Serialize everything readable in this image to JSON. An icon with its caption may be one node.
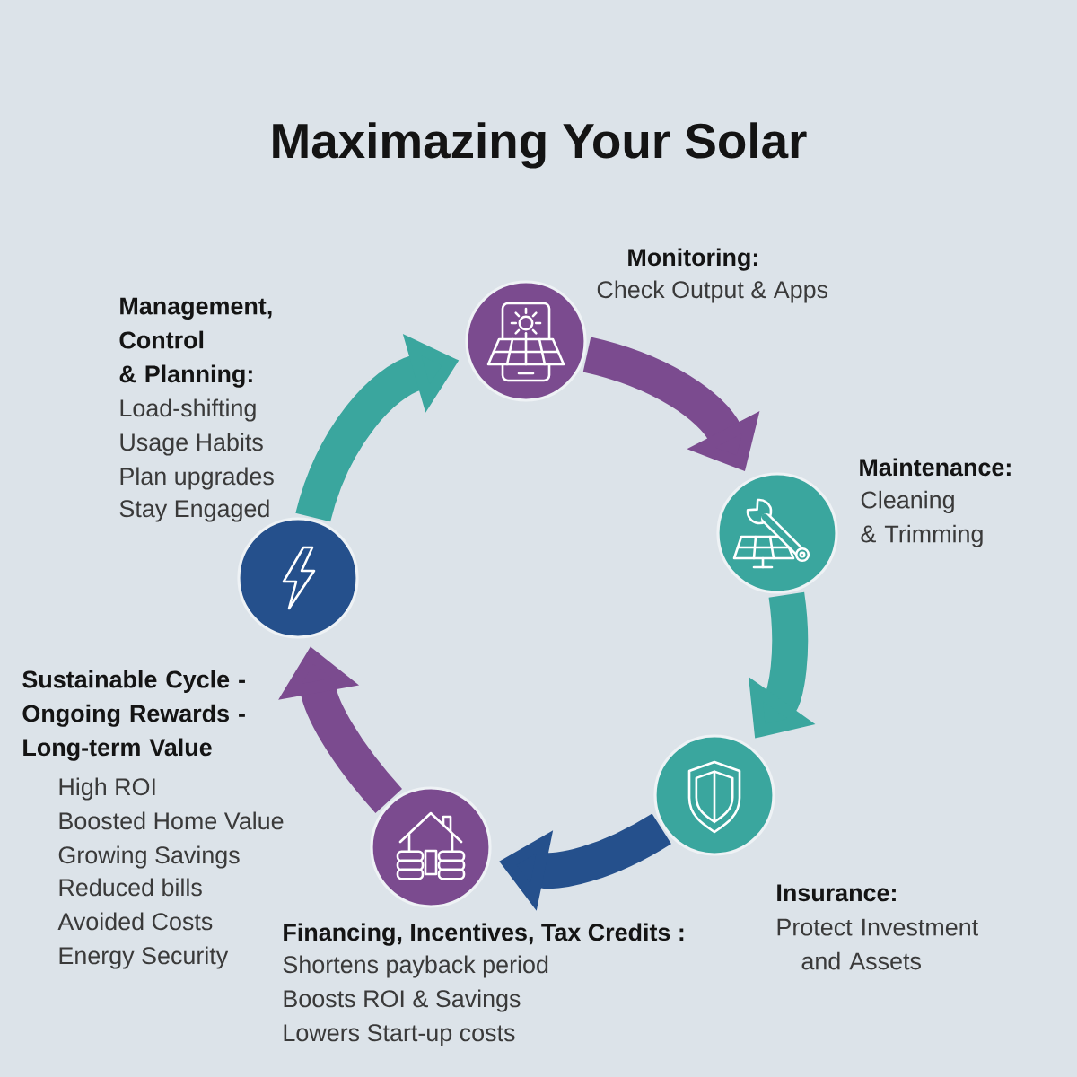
{
  "diagram": {
    "title": "Maximazing Your Solar",
    "nodes": [
      {
        "text": [],
        "shape": "circle",
        "beside": [
          "Monitoring:",
          "Check Output & Apps"
        ]
      },
      {
        "text": [],
        "shape": "circle",
        "beside": [
          "Maintenance:",
          "Cleaning & Trimming"
        ]
      },
      {
        "text": [],
        "shape": "circle",
        "beside": [
          "Insurance:",
          "Protect Investment and Assets"
        ]
      },
      {
        "text": [],
        "shape": "circle",
        "beside": [
          "Financing, Incentives, Tax Credits :",
          "Shortens payback period",
          "Boosts ROI & Savings",
          "Lowers Start-up costs"
        ]
      },
      {
        "text": [],
        "shape": "circle",
        "beside": [
          "Management, Control & Planning:",
          "Load-shifting",
          "Usage Habits",
          "Plan upgrades",
          "Stay Engaged"
        ]
      }
    ],
    "edges": [
      {
        "from": 4,
        "to": 0,
        "arrow": "to",
        "color": "#3aa69e"
      },
      {
        "from": 0,
        "to": 1,
        "arrow": "to",
        "color": "#7b4b8f"
      },
      {
        "from": 1,
        "to": 2,
        "arrow": "to",
        "color": "#3aa69e"
      },
      {
        "from": 2,
        "to": 3,
        "arrow": "to",
        "color": "#25508c"
      },
      {
        "from": 3,
        "to": 4,
        "arrow": "to",
        "color": "#7b4b8f"
      }
    ],
    "labels": [
      "Sustainable Cycle - Ongoing Rewards - Long-term Value",
      "High ROI",
      "Boosted Home Value",
      "Growing Savings",
      "Reduced bills",
      "Avoided Costs",
      "Energy Security"
    ]
  }
}
